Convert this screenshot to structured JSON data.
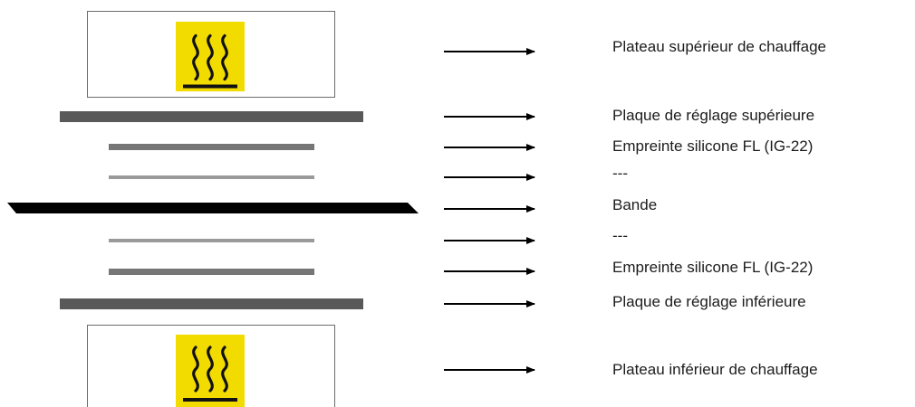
{
  "layers": [
    {
      "label": "Plateau supérieur de chauffage"
    },
    {
      "label": "Plaque de réglage supérieure"
    },
    {
      "label": "Empreinte silicone FL (IG-22)"
    },
    {
      "label": "---"
    },
    {
      "label": "Bande"
    },
    {
      "label": "---"
    },
    {
      "label": "Empreinte silicone FL (IG-22)"
    },
    {
      "label": "Plaque de réglage inférieure"
    },
    {
      "label": "Plateau inférieur de chauffage"
    }
  ],
  "colors": {
    "warning_yellow": "#f2dc00",
    "plate_dark": "#595959",
    "imprint_mid": "#767676",
    "dash_light": "#9a9a9a",
    "band_black": "#000000"
  },
  "icons": [
    "hot-surface-icon"
  ]
}
